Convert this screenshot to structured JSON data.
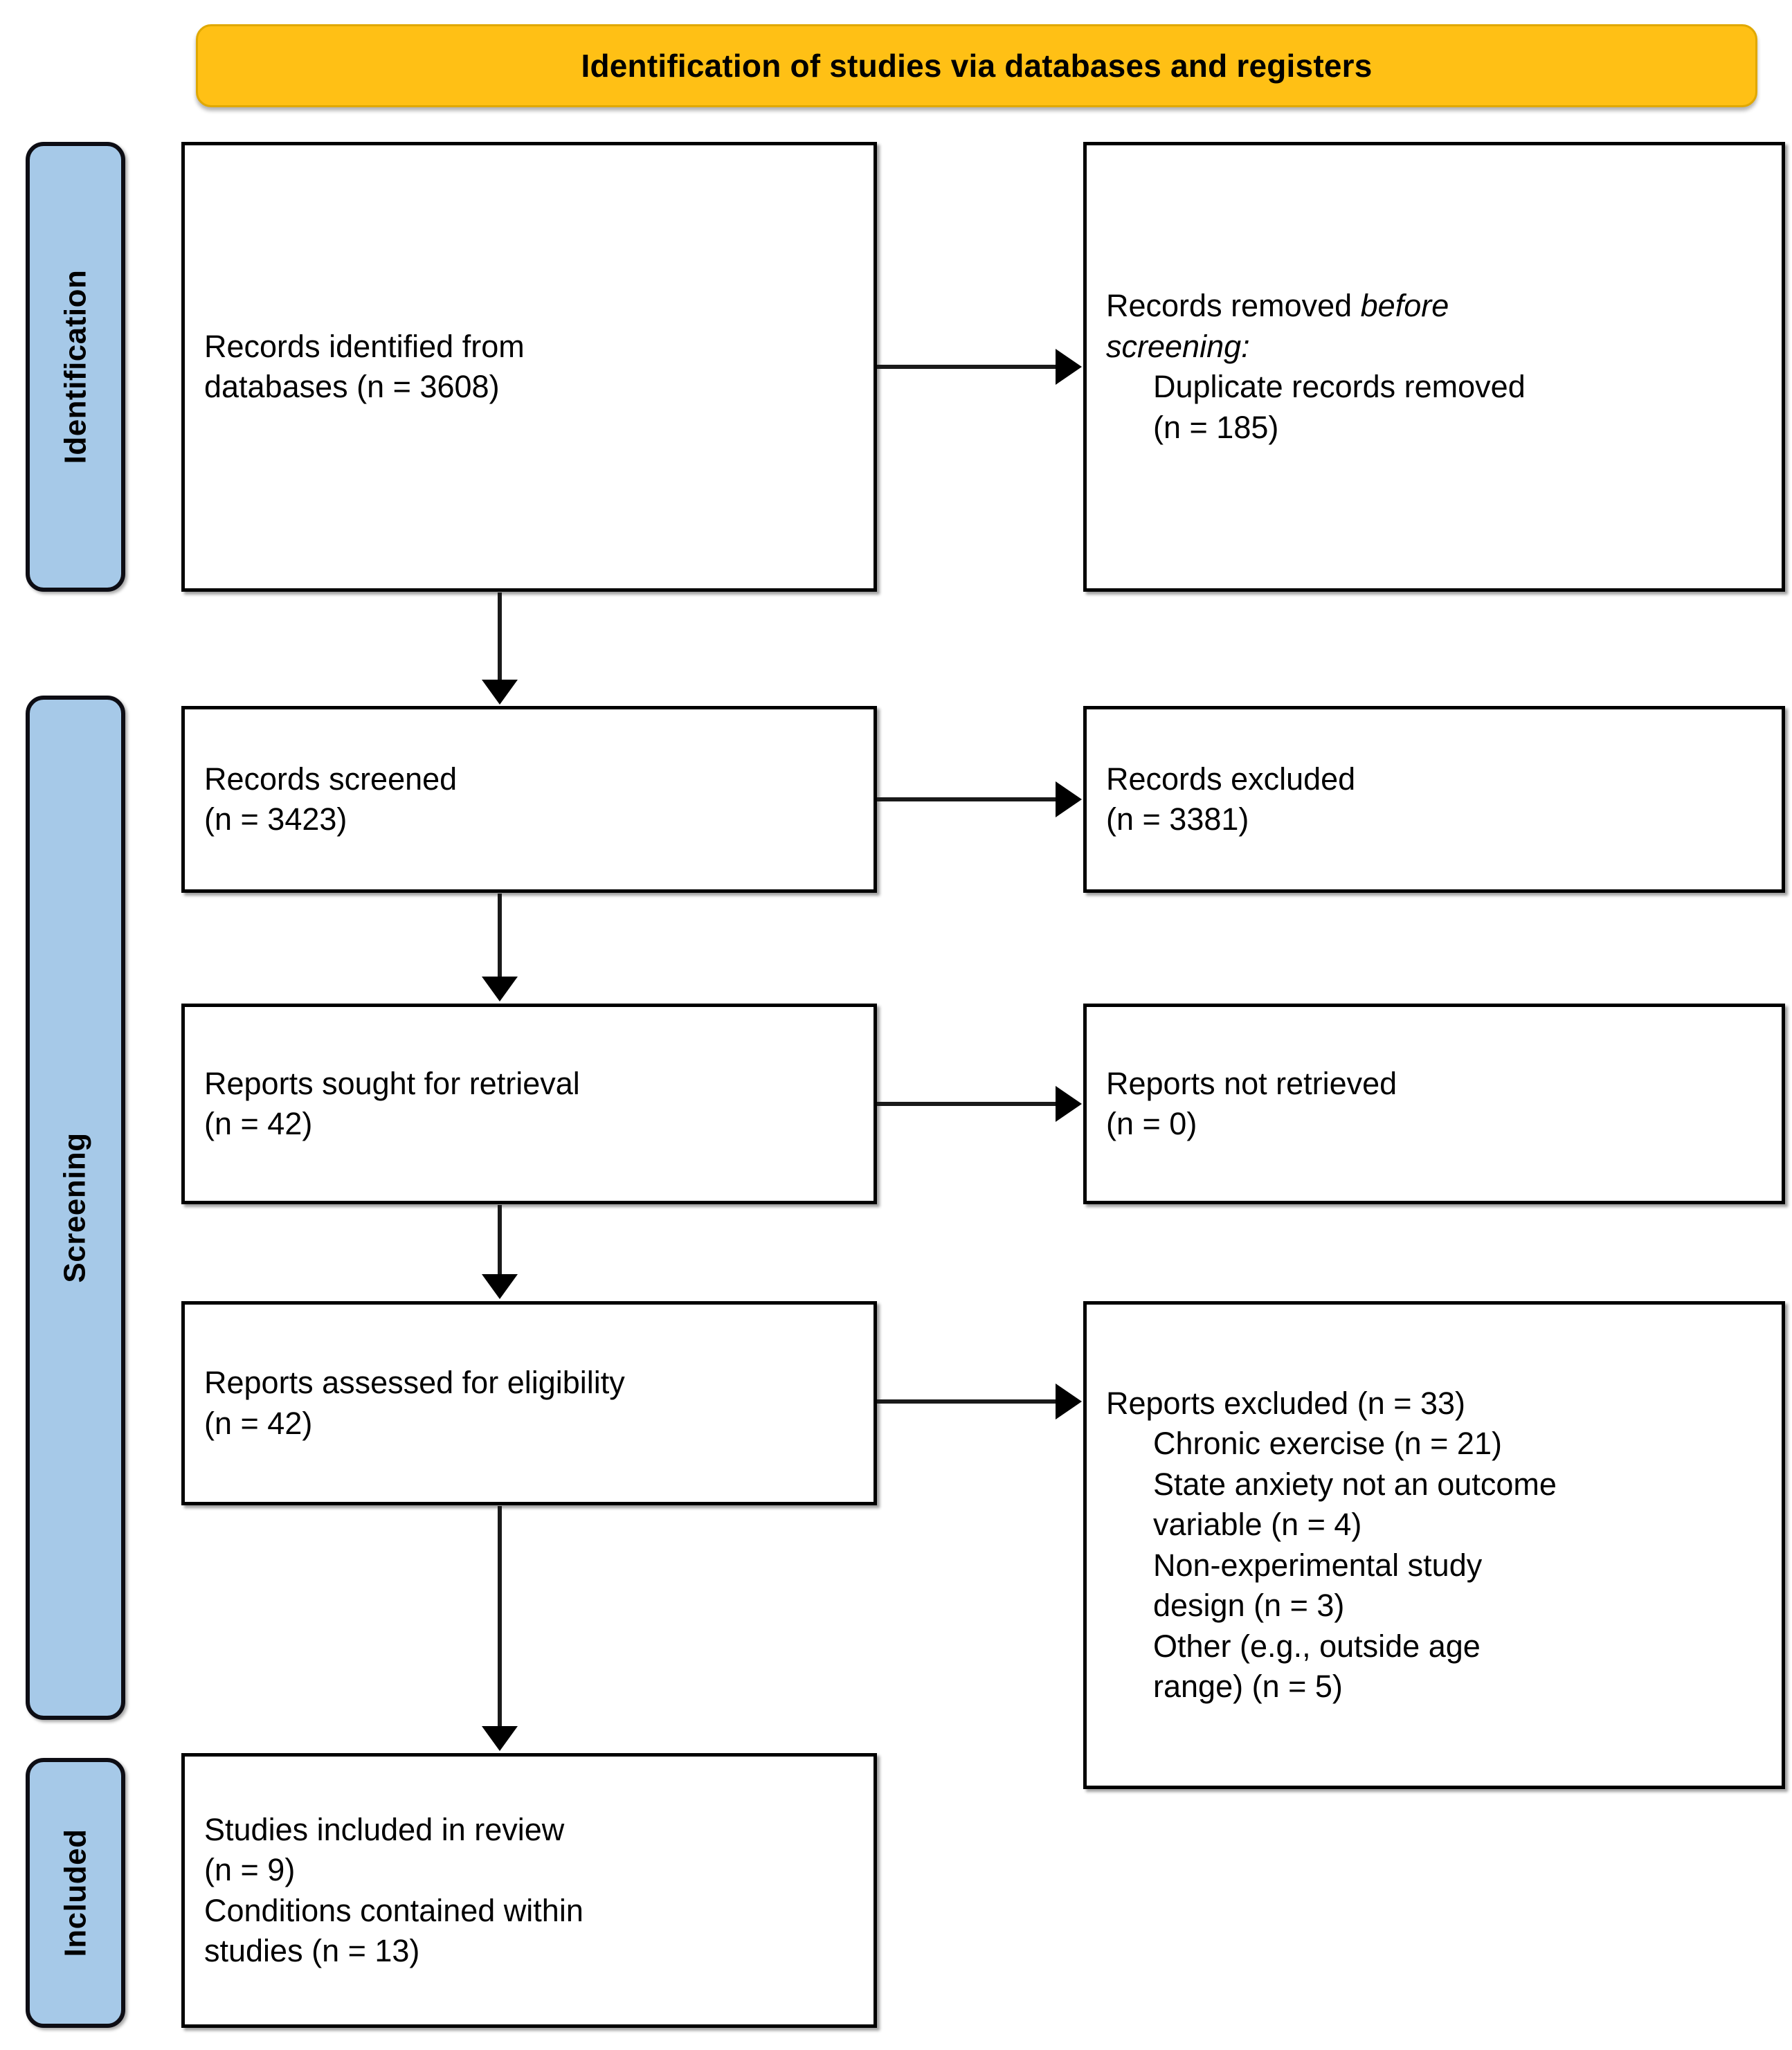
{
  "header": {
    "title": "Identification of studies via databases and registers",
    "background_color": "#FFC015"
  },
  "stages": [
    {
      "id": "identification",
      "label": "Identification"
    },
    {
      "id": "screening",
      "label": "Screening"
    },
    {
      "id": "included",
      "label": "Included"
    }
  ],
  "stage_tab_color": "#A6C9E8",
  "boxes": {
    "identified": {
      "line1": "Records identified from",
      "line2": "databases (n = 3608)"
    },
    "removed": {
      "line1_prefix": "Records removed ",
      "line1_italic": "before",
      "line2_italic": "screening:",
      "indent1": "Duplicate records removed",
      "indent2": "(n = 185)"
    },
    "screened": {
      "line1": "Records screened",
      "line2": "(n = 3423)"
    },
    "records_excluded": {
      "line1": "Records excluded",
      "line2": "(n = 3381)"
    },
    "sought": {
      "line1": "Reports sought for retrieval",
      "line2": "(n = 42)"
    },
    "not_retrieved": {
      "line1": "Reports not retrieved",
      "line2": "(n = 0)"
    },
    "assessed": {
      "line1": "Reports assessed for eligibility",
      "line2": "(n = 42)"
    },
    "reports_excluded": {
      "heading": "Reports excluded (n = 33)",
      "reason1": "Chronic exercise (n = 21)",
      "reason2a": "State anxiety not an outcome",
      "reason2b": "variable (n = 4)",
      "reason3a": "Non-experimental study",
      "reason3b": "design (n = 3)",
      "reason4a": "Other (e.g., outside age",
      "reason4b": "range) (n = 5)"
    },
    "included": {
      "line1": "Studies included in review",
      "line2": "(n = 9)",
      "line3": "Conditions contained within",
      "line4": "studies (n = 13)"
    }
  },
  "flow_data": {
    "type": "prisma-flow",
    "records_identified_from_databases": 3608,
    "duplicate_records_removed": 185,
    "records_screened": 3423,
    "records_excluded": 3381,
    "reports_sought_for_retrieval": 42,
    "reports_not_retrieved": 0,
    "reports_assessed_for_eligibility": 42,
    "reports_excluded_total": 33,
    "reports_excluded_reasons": [
      {
        "reason": "Chronic exercise",
        "n": 21
      },
      {
        "reason": "State anxiety not an outcome variable",
        "n": 4
      },
      {
        "reason": "Non-experimental study design",
        "n": 3
      },
      {
        "reason": "Other (e.g., outside age range)",
        "n": 5
      }
    ],
    "studies_included_in_review": 9,
    "conditions_contained_within_studies": 13
  }
}
